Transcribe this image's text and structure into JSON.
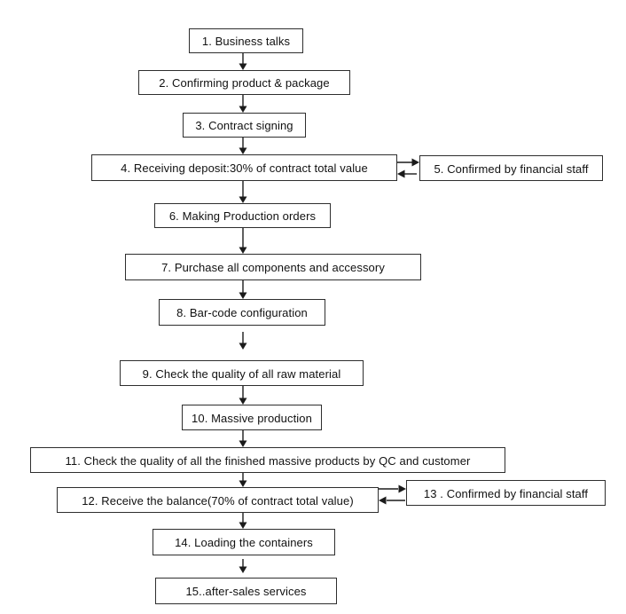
{
  "flowchart": {
    "background_color": "#ffffff",
    "box_fill_color": "#ffffff",
    "box_border_color": "#2e2e2e",
    "text_color": "#111111",
    "arrow_color": "#1b1b1b",
    "steps": [
      {
        "label": "1. Business talks"
      },
      {
        "label": "2. Confirming product & package"
      },
      {
        "label": "3. Contract signing"
      },
      {
        "label": "4. Receiving deposit:30% of contract total value"
      },
      {
        "label": "5. Confirmed by financial staff"
      },
      {
        "label": "6. Making Production orders"
      },
      {
        "label": "7. Purchase all components and accessory"
      },
      {
        "label": "8. Bar-code configuration"
      },
      {
        "label": "9. Check the quality of all raw material"
      },
      {
        "label": "10. Massive production"
      },
      {
        "label": "11. Check the quality of all the finished massive products by QC and customer"
      },
      {
        "label": "12. Receive the balance(70% of contract total value)"
      },
      {
        "label": "13 . Confirmed by financial staff"
      },
      {
        "label": "14. Loading the containers"
      },
      {
        "label": "15..after-sales services"
      }
    ],
    "connections": [
      {
        "from": "1",
        "to": "2",
        "type": "arrow-down"
      },
      {
        "from": "2",
        "to": "3",
        "type": "arrow-down"
      },
      {
        "from": "3",
        "to": "4",
        "type": "arrow-down"
      },
      {
        "from": "4",
        "to": "5",
        "type": "double-arrow-horizontal"
      },
      {
        "from": "4",
        "to": "6",
        "type": "arrow-down"
      },
      {
        "from": "6",
        "to": "7",
        "type": "arrow-down"
      },
      {
        "from": "7",
        "to": "8",
        "type": "arrow-down"
      },
      {
        "from": "8",
        "to": "9",
        "type": "arrow-down"
      },
      {
        "from": "9",
        "to": "10",
        "type": "arrow-down"
      },
      {
        "from": "10",
        "to": "11",
        "type": "arrow-down"
      },
      {
        "from": "11",
        "to": "12",
        "type": "arrow-down"
      },
      {
        "from": "12",
        "to": "13",
        "type": "double-arrow-horizontal"
      },
      {
        "from": "12",
        "to": "14",
        "type": "arrow-down"
      },
      {
        "from": "14",
        "to": "15",
        "type": "arrow-down"
      }
    ]
  }
}
